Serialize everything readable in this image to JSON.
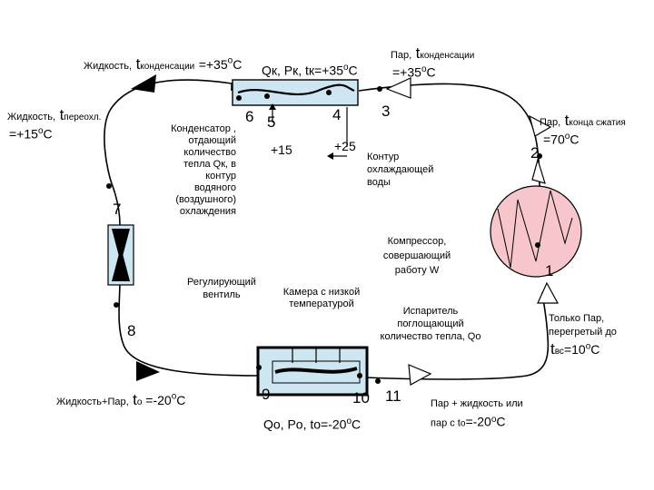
{
  "labels": {
    "liquid_top": "Жидкость,",
    "liquid_top_t": "t",
    "liquid_top_sub": "конденсации",
    "liquid_top_val": "=+35",
    "liquid_top_deg": "o",
    "liquid_top_unit": "C",
    "liquid_left": "Жидкость,",
    "liquid_left_t": "t",
    "liquid_left_sub": "переохл.",
    "liquid_left_val": "=+15",
    "liquid_left_deg": "o",
    "liquid_left_unit": "C",
    "condenser_params": "Qк, Pк, tк=+35",
    "condenser_params_deg": "o",
    "condenser_params_unit": "C",
    "vapor_top": "Пар,",
    "vapor_top_t": "t",
    "vapor_top_sub": "конденсации",
    "vapor_top_val": "=+35",
    "vapor_top_deg": "o",
    "vapor_top_unit": "C",
    "vapor_right": "Пар,",
    "vapor_right_t": "t",
    "vapor_right_sub": "конца сжатия",
    "vapor_right_val": "=70",
    "vapor_right_deg": "o",
    "vapor_right_unit": "C",
    "condenser_desc": [
      "Конденсатор ,",
      "отдающий",
      "количество",
      "тепла Qк, в",
      "контур",
      "водяного",
      "(воздушного)",
      "охлаждения"
    ],
    "water_plus15": "+15",
    "water_plus25": "+25",
    "cooling_loop": [
      "Контур",
      "охлаждающей",
      "воды"
    ],
    "compressor_desc": [
      "Компрессор,",
      "совершающий",
      "работу W"
    ],
    "valve_desc": [
      "Регулирующий",
      "вентиль"
    ],
    "chamber_desc": [
      "Камера с низкой",
      "температурой"
    ],
    "evaporator_desc": [
      "Испаритель",
      "поглощающий",
      "количество тепла, Qо"
    ],
    "only_vapor": [
      "Только Пар,",
      "перегретый до"
    ],
    "only_vapor_t": "t",
    "only_vapor_sub": "вс",
    "only_vapor_val": "=10",
    "only_vapor_deg": "o",
    "only_vapor_unit": "C",
    "mix_left": "Жидкость+Пар,",
    "mix_left_t": "t",
    "mix_left_sub": "о",
    "mix_left_val": " =-20",
    "mix_left_deg": "o",
    "mix_left_unit": "C",
    "evap_params": "Qо, Pо, tо=-20",
    "evap_params_deg": "o",
    "evap_params_unit": "C",
    "vapor_liquid": [
      "Пар + жидкость или",
      "пар с t"
    ],
    "vapor_liquid_sub": "о",
    "vapor_liquid_val": "=-20",
    "vapor_liquid_deg": "o",
    "vapor_liquid_unit": "C"
  },
  "points": {
    "p1": "1",
    "p2": "2",
    "p3": "3",
    "p4": "4",
    "p5": "5",
    "p6": "6",
    "p7": "7",
    "p8": "8",
    "p9": "9",
    "p10": "10",
    "p11": "11"
  }
}
